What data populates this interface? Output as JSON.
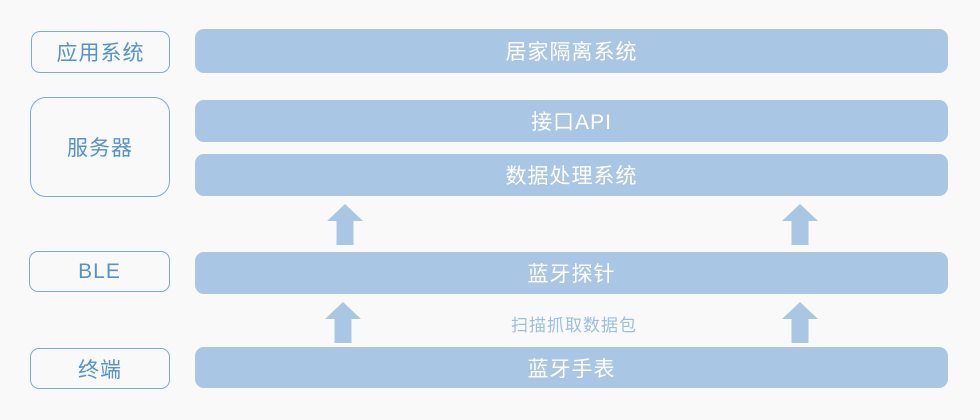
{
  "diagram": {
    "title_semantic": "BLE home-quarantine system architecture",
    "colors": {
      "background": "#f9f9f9",
      "bar_fill": "#a9c7e5",
      "bar_text": "#ffffff",
      "box_border": "#7fa9da",
      "box_text": "#5493d0",
      "arrow_fill": "#a9c7e5",
      "note_text": "#9dbede"
    },
    "icons": {
      "up_arrow": "⬆"
    },
    "layers": [
      {
        "label": "应用系统",
        "bars": [
          "居家隔离系统"
        ]
      },
      {
        "label": "服务器",
        "bars": [
          "接口API",
          "数据处理系统"
        ]
      },
      {
        "label": "BLE",
        "bars": [
          "蓝牙探针"
        ]
      },
      {
        "label": "终端",
        "bars": [
          "蓝牙手表"
        ]
      }
    ],
    "note": "扫描抓取数据包"
  }
}
